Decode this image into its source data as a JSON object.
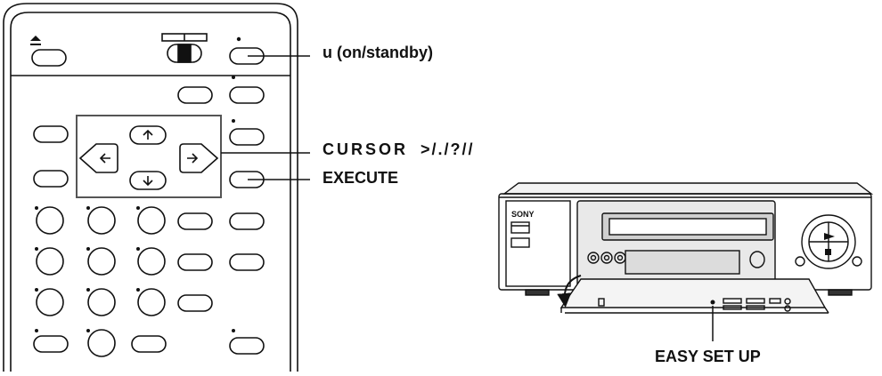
{
  "labels": {
    "power": "u (on/standby)",
    "cursor_word": "CURSOR",
    "cursor_symbols": ">/./?//",
    "execute": "EXECUTE",
    "easy_set_up": "EASY SET UP"
  },
  "vcr": {
    "brand": "SONY"
  }
}
